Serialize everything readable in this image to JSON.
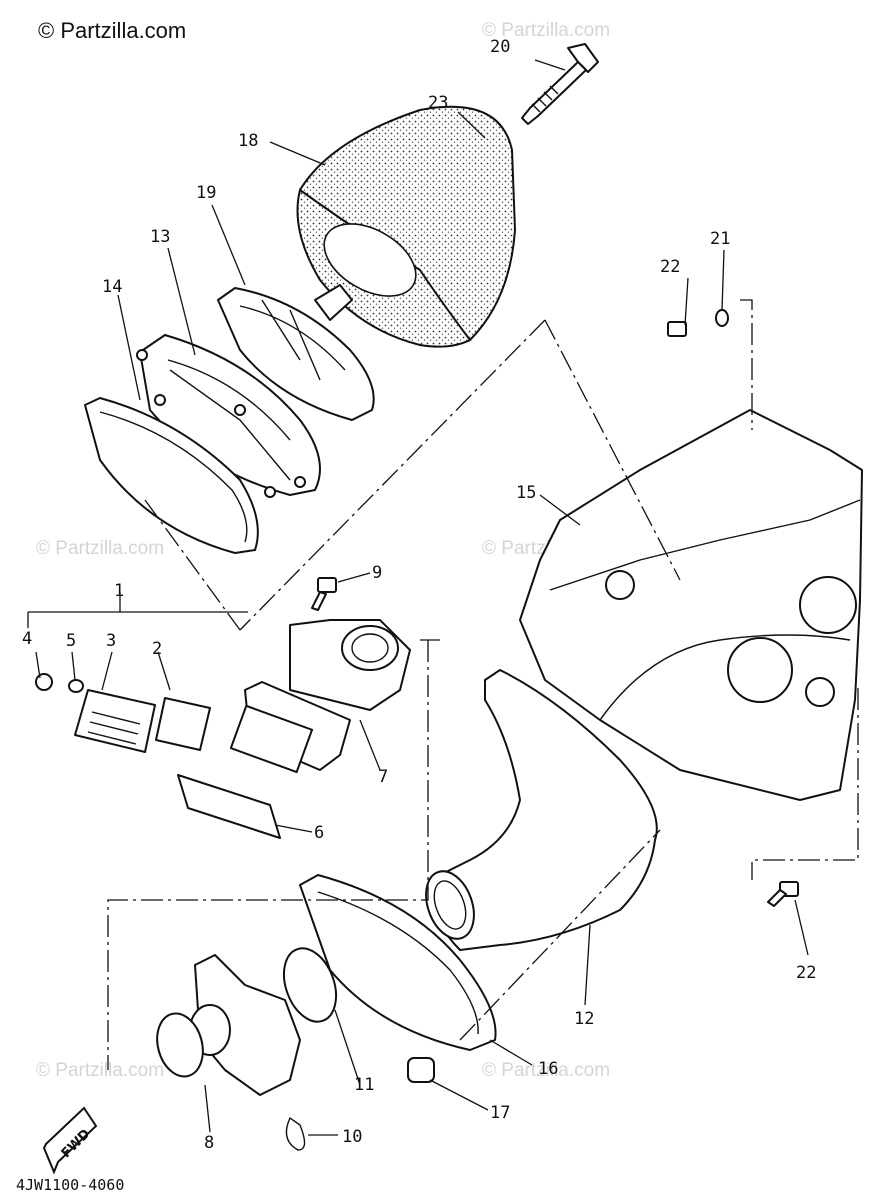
{
  "header": {
    "brand": "© Partzilla.com"
  },
  "watermarks": [
    "© Partzilla.com",
    "© Partzilla.com",
    "© Partzilla.com",
    "© Partzilla.com",
    "© Partzilla.com"
  ],
  "footer": {
    "diagram_code": "4JW1100-4060"
  },
  "fwd_arrow": {
    "label": "FWD"
  },
  "callouts": {
    "c1": "1",
    "c2": "2",
    "c3": "3",
    "c4": "4",
    "c5": "5",
    "c6": "6",
    "c7": "7",
    "c8": "8",
    "c9": "9",
    "c10": "10",
    "c11": "11",
    "c12": "12",
    "c13": "13",
    "c14": "14",
    "c15": "15",
    "c16": "16",
    "c17": "17",
    "c18": "18",
    "c19": "19",
    "c20": "20",
    "c21": "21",
    "c22a": "22",
    "c22b": "22",
    "c23": "23"
  }
}
